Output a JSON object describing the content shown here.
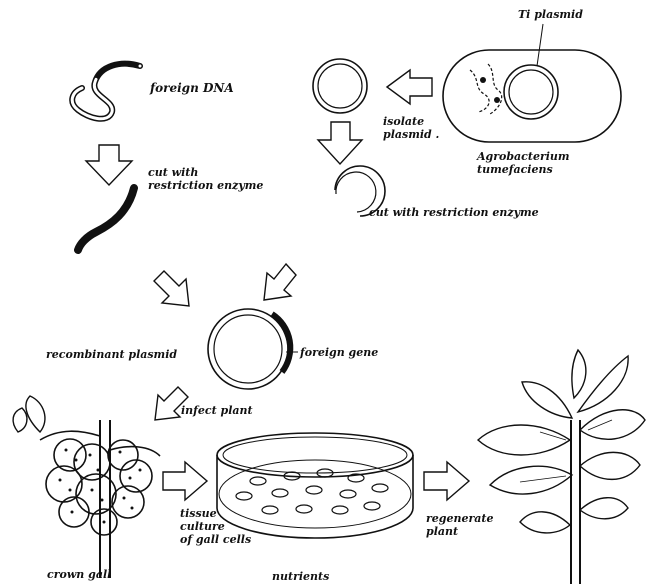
{
  "labels": {
    "ti_plasmid": "Ti plasmid",
    "foreign_dna": "foreign DNA",
    "isolate_plasmid_1": "isolate",
    "isolate_plasmid_2": "plasmid .",
    "agrobacterium_1": "Agrobacterium",
    "agrobacterium_2": "tumefaciens",
    "cut_with_1": "cut with",
    "cut_with_2": "restriction enzyme",
    "cut_plasmid": "cut with restriction enzyme",
    "recombinant_plasmid": "recombinant plasmid",
    "foreign_gene": "foreign gene",
    "infect_plant": "infect plant",
    "tissue_culture_1": "tissue",
    "tissue_culture_2": "culture",
    "tissue_culture_3": "of gall cells",
    "regenerate_1": "regenerate",
    "regenerate_2": "plant",
    "crown_gall": "crown gall",
    "nutrients": "nutrients"
  }
}
